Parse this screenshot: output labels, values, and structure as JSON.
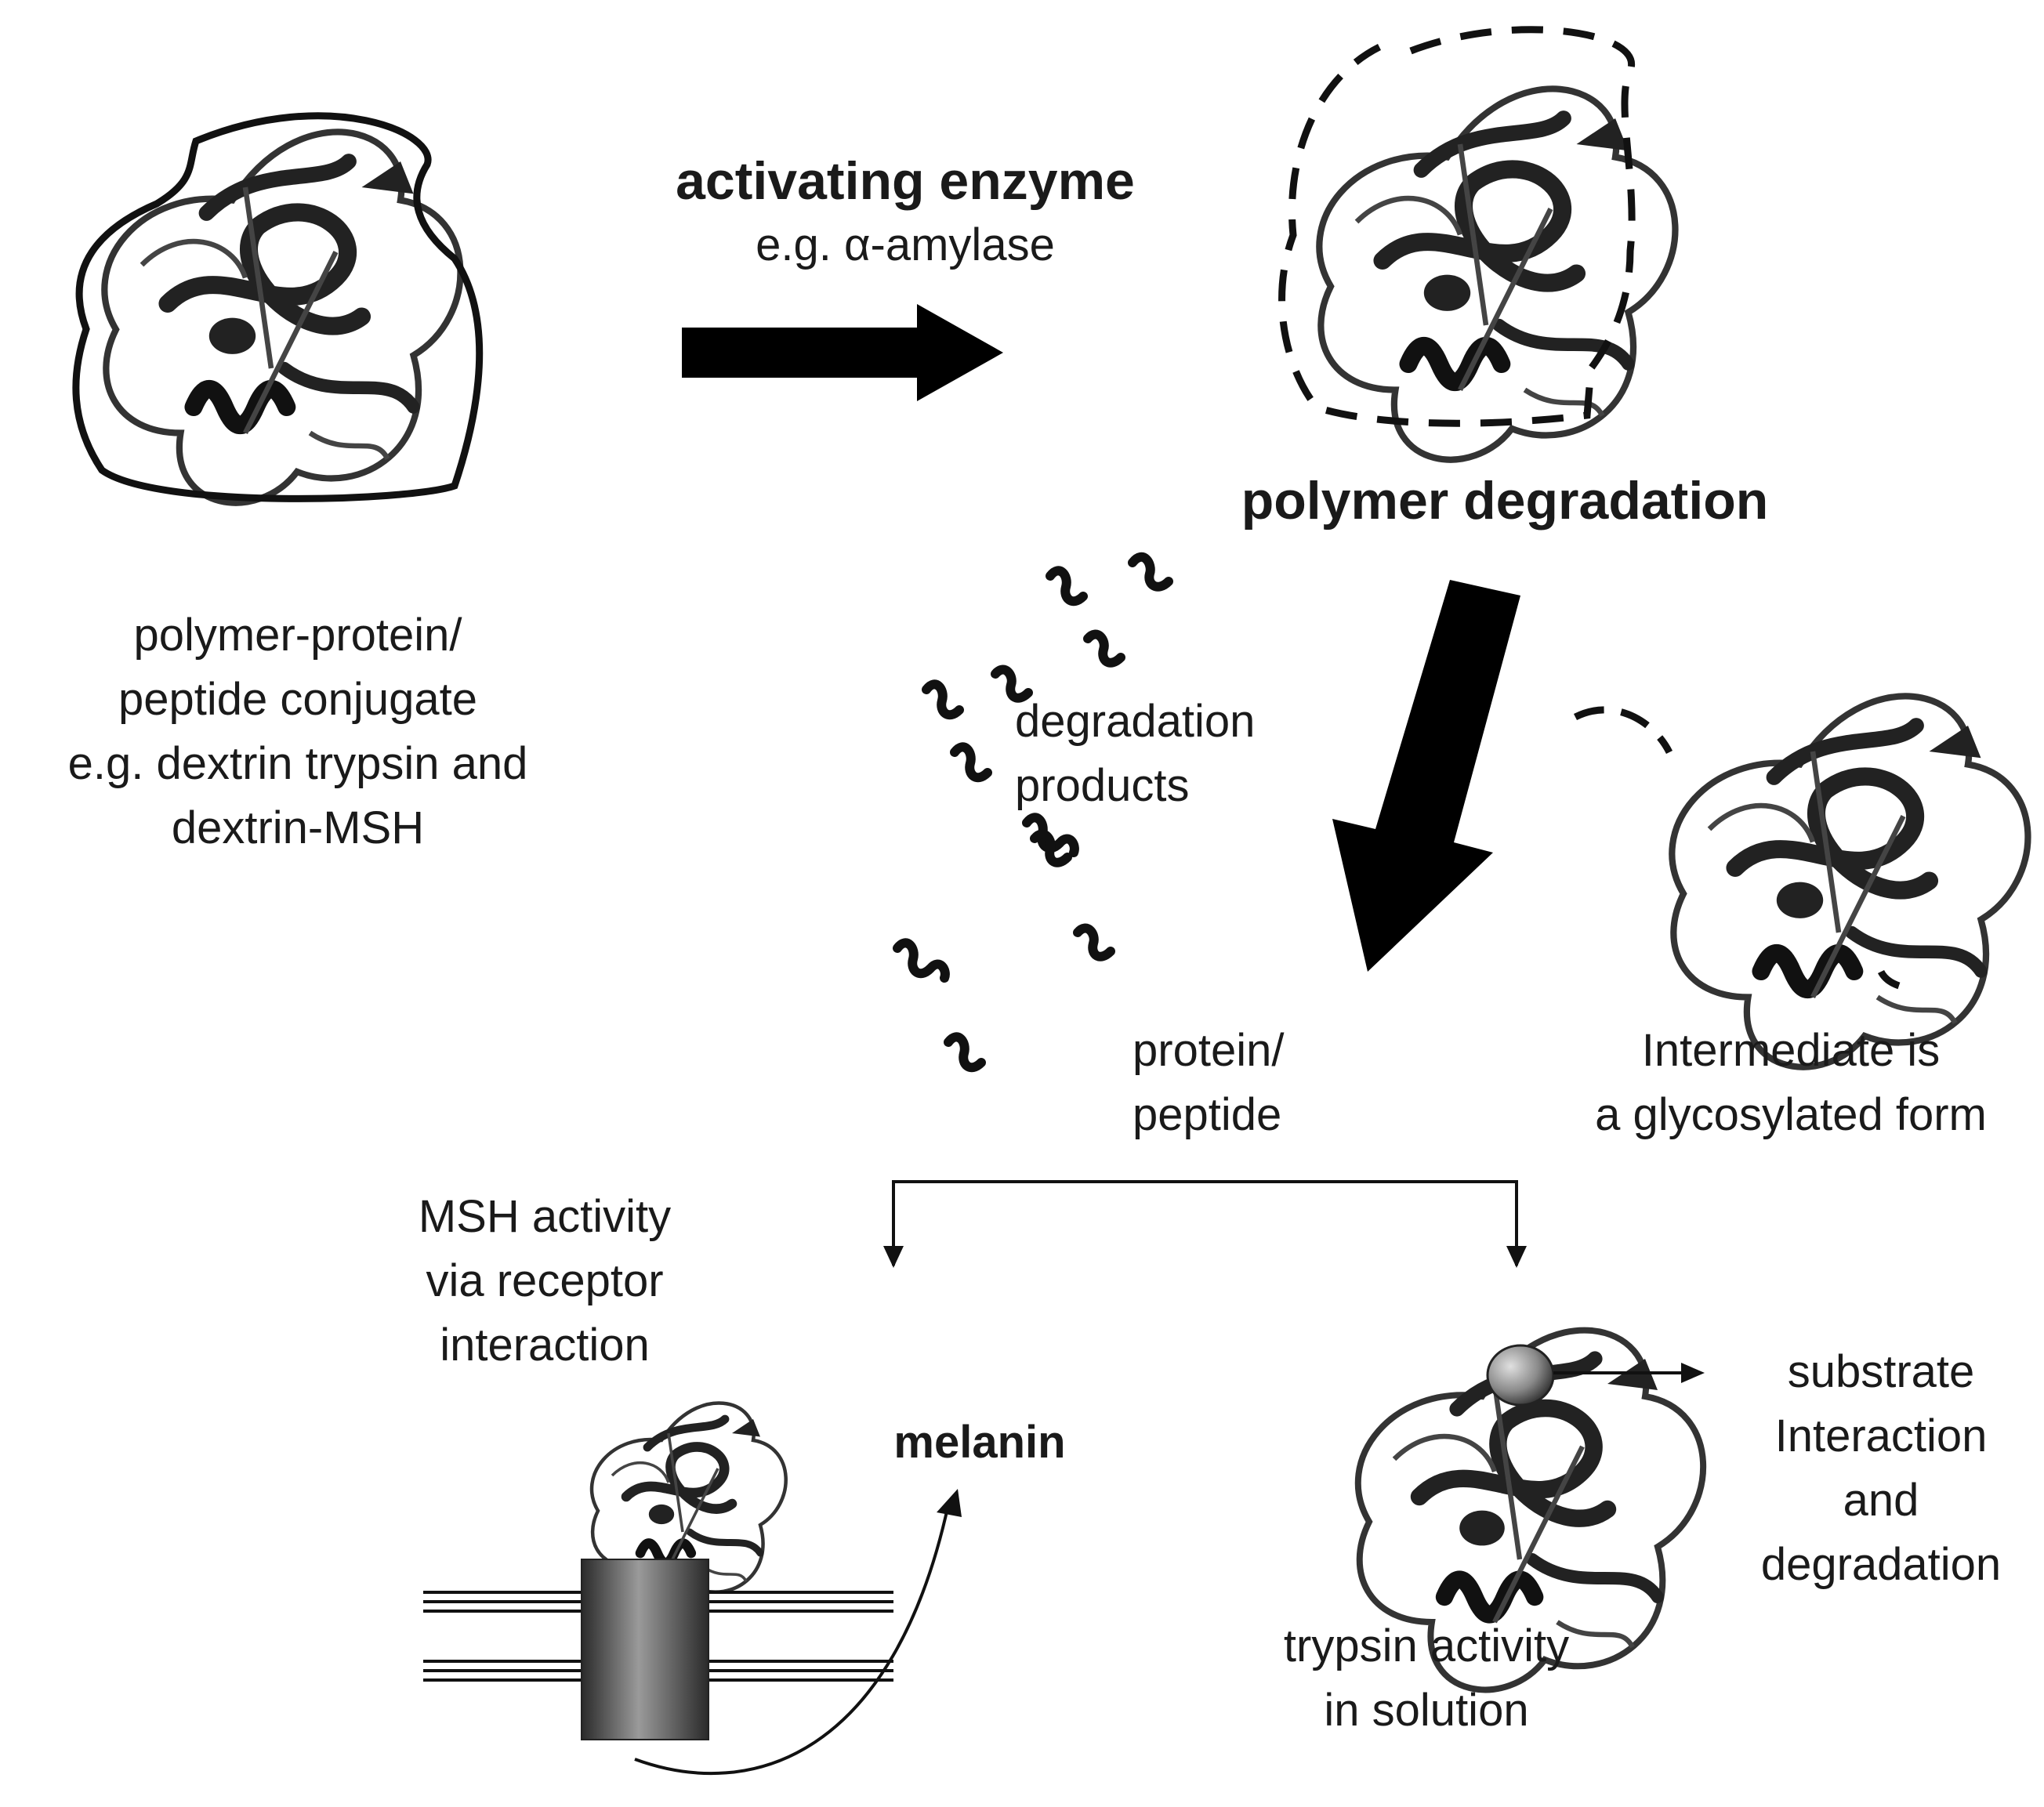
{
  "conjugate_label": [
    "polymer-protein/",
    "peptide conjugate",
    "e.g. dextrin trypsin and",
    "dextrin-MSH"
  ],
  "activating_enzyme": {
    "title": "activating enzyme",
    "example": "e.g. α-amylase"
  },
  "polymer_degradation_label": "polymer degradation",
  "degradation_products_label": [
    "degradation",
    "products"
  ],
  "protein_peptide_label": [
    "protein/",
    "peptide"
  ],
  "intermediate_label": [
    "Intermediate is",
    "a glycosylated form"
  ],
  "msh_activity_label": [
    "MSH activity",
    "via receptor",
    "interaction"
  ],
  "melanin_label": "melanin",
  "trypsin_activity_label": [
    "trypsin activity",
    "in solution"
  ],
  "substrate_label": [
    "substrate",
    "Interaction",
    "and",
    "degradation"
  ]
}
